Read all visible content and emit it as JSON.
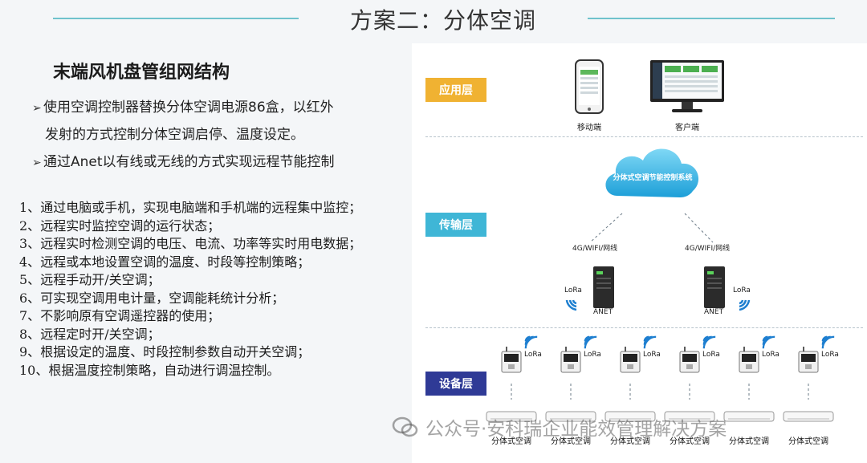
{
  "title": "方案二：分体空调",
  "section_title": "末端风机盘管组网结构",
  "bullets": [
    "使用空调控制器替换分体空调电源86盒，以红外",
    "发射的方式控制分体空调启停、温度设定。",
    "通过Anet以有线或无线的方式实现远程节能控制"
  ],
  "features": [
    {
      "n": "1、",
      "t": "通过电脑或手机，实现电脑端和手机端的远程集中监控；"
    },
    {
      "n": "2、",
      "t": "远程实时监控空调的运行状态；"
    },
    {
      "n": "3、",
      "t": "远程实时检测空调的电压、电流、功率等实时用电数据；"
    },
    {
      "n": "4、",
      "t": "远程或本地设置空调的温度、时段等控制策略；"
    },
    {
      "n": "5、",
      "t": "远程手动开/关空调；"
    },
    {
      "n": "6、",
      "t": "可实现空调用电计量，空调能耗统计分析；"
    },
    {
      "n": "7、",
      "t": "不影响原有空调遥控器的使用；"
    },
    {
      "n": "8、",
      "t": "远程定时开/关空调；"
    },
    {
      "n": "9、",
      "t": "根据设定的温度、时段控制参数自动开关空调；"
    },
    {
      "n": "10、",
      "t": "根据温度控制策略，自动进行调温控制。"
    }
  ],
  "diagram": {
    "layers": {
      "app": {
        "label": "应用层",
        "color": "#f0b232"
      },
      "transport": {
        "label": "传输层",
        "color": "#3fb6d6"
      },
      "device": {
        "label": "设备层",
        "color": "#2f3a96"
      }
    },
    "mobile_label": "移动端",
    "client_label": "客户端",
    "cloud_label": "分体式空调节能控制系统",
    "link_label": "4G/WIFI/网线",
    "lora": "LoRa",
    "gateway": "ANET",
    "ac_label": "分体式空调"
  },
  "watermark": "公众号·安科瑞企业能效管理解决方案",
  "colors": {
    "accent_line": "#6fc2cc",
    "cloud": "#36b7e4",
    "wifi": "#1e7fd0"
  }
}
